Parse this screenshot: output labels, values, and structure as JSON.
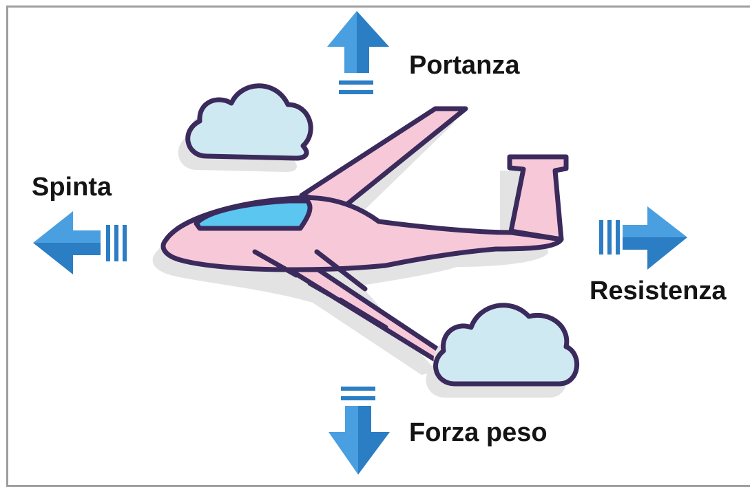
{
  "forces": {
    "lift": "Portanza",
    "thrust": "Spinta",
    "drag": "Resistenza",
    "weight": "Forza peso"
  },
  "colors": {
    "arrow_light": "#4a9fe0",
    "arrow_dark": "#2b7dc4",
    "body_fill": "#f7c9d8",
    "outline": "#3b2a5c",
    "cockpit": "#5bc6ef",
    "cloud_fill": "#cfe9f2",
    "shadow": "#e3e3e3",
    "frame": "#9e9e9e"
  }
}
